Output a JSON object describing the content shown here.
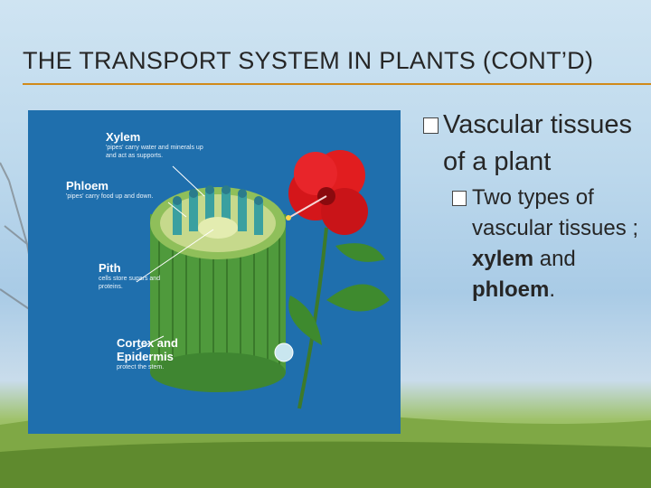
{
  "slide": {
    "title": "THE TRANSPORT SYSTEM IN PLANTS (CONT’D)",
    "accent_color": "#d08a1a",
    "figure": {
      "labels": [
        {
          "head": "Xylem",
          "desc": "'pipes' carry water and minerals up and act as supports."
        },
        {
          "head": "Phloem",
          "desc": "'pipes' carry food up and down."
        },
        {
          "head": "Pith",
          "desc": "cells store sugars and proteins."
        },
        {
          "head": "Cortex and Epidermis",
          "desc": "protect the stem."
        }
      ]
    },
    "bullets": {
      "level1": {
        "icon": "checkbox-bullet-icon",
        "text": "Vascular tissues of a plant"
      },
      "level2": {
        "icon": "checkbox-bullet-icon",
        "text_before": "Two types of vascular tissues ; ",
        "xylem": "xylem",
        "and": " and ",
        "phloem": "phloem",
        "period": "."
      }
    }
  }
}
